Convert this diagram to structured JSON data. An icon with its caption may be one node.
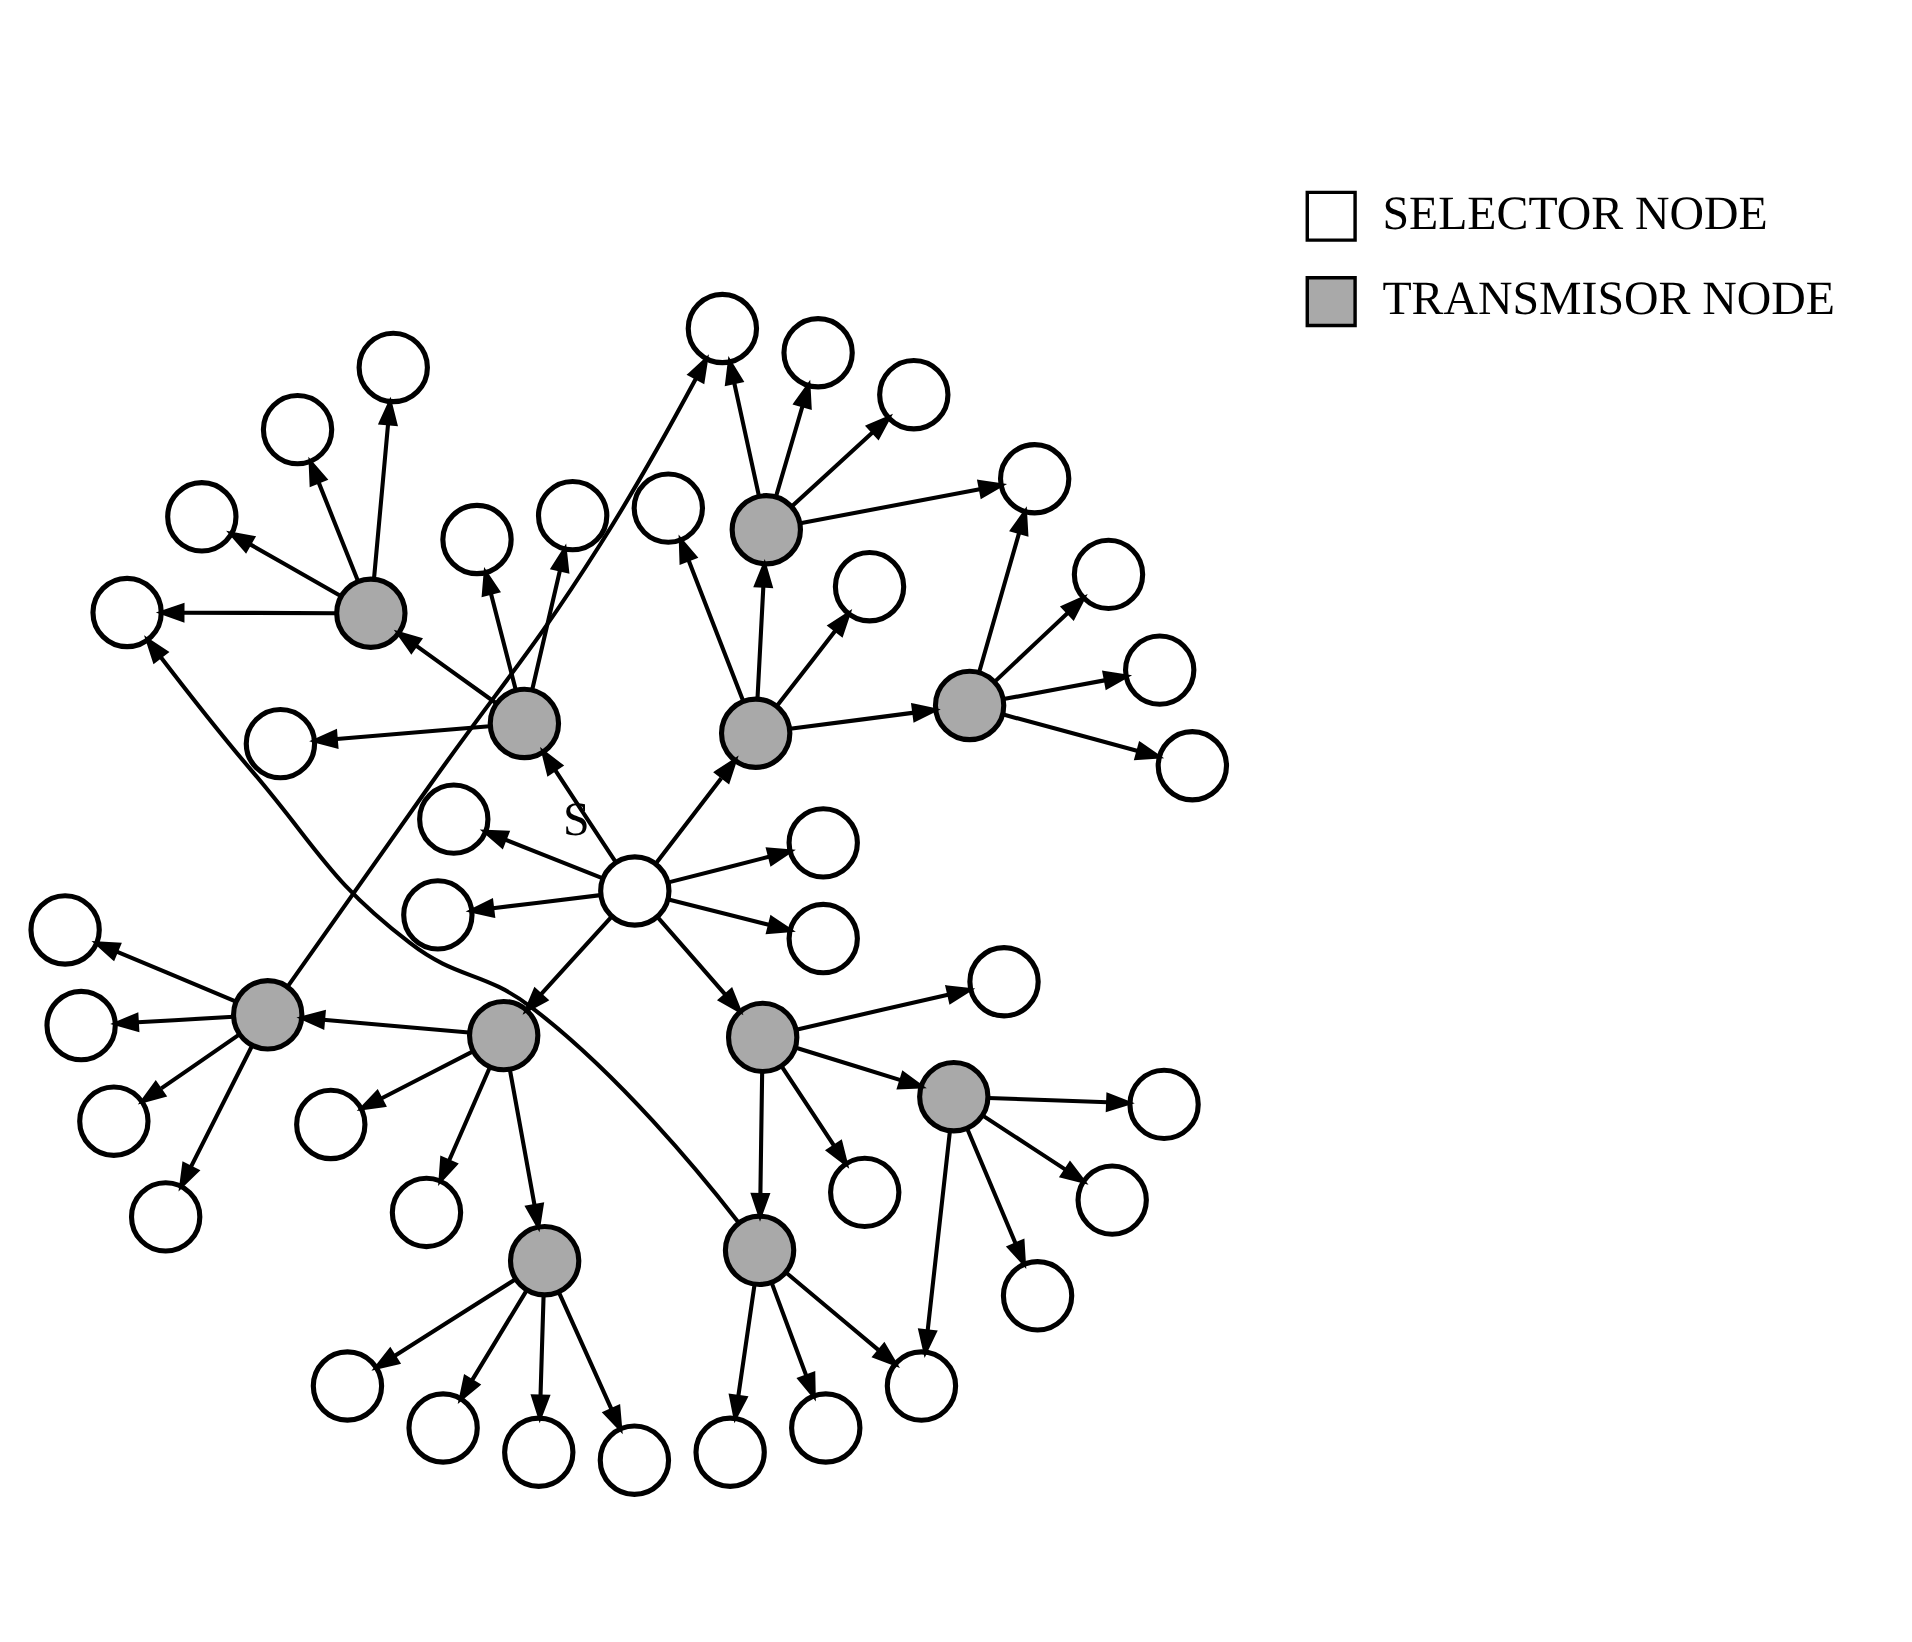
{
  "diagram": {
    "nodes": [
      {
        "text": [],
        "shape": "circle"
      },
      {
        "text": [],
        "shape": "circle"
      },
      {
        "text": [],
        "shape": "circle"
      },
      {
        "text": [],
        "shape": "circle"
      },
      {
        "text": [],
        "shape": "circle"
      },
      {
        "text": [],
        "shape": "circle"
      },
      {
        "text": [],
        "shape": "circle"
      },
      {
        "text": [],
        "shape": "circle"
      },
      {
        "text": [],
        "shape": "circle"
      },
      {
        "text": [],
        "shape": "circle"
      },
      {
        "text": [],
        "shape": "circle"
      },
      {
        "text": [],
        "shape": "circle"
      },
      {
        "text": [],
        "shape": "circle"
      },
      {
        "text": [],
        "shape": "circle"
      },
      {
        "text": [],
        "shape": "circle"
      },
      {
        "text": [],
        "shape": "circle"
      },
      {
        "text": [],
        "shape": "circle"
      },
      {
        "text": [],
        "shape": "circle"
      },
      {
        "text": [],
        "shape": "circle"
      },
      {
        "text": [],
        "shape": "circle"
      },
      {
        "text": [],
        "shape": "circle"
      },
      {
        "text": [],
        "shape": "circle"
      },
      {
        "text": [],
        "shape": "circle"
      },
      {
        "text": [],
        "shape": "circle"
      },
      {
        "text": [],
        "shape": "circle",
        "beside": [
          "S"
        ]
      },
      {
        "text": [],
        "shape": "circle"
      },
      {
        "text": [],
        "shape": "circle"
      },
      {
        "text": [],
        "shape": "circle"
      },
      {
        "text": [],
        "shape": "circle"
      },
      {
        "text": [],
        "shape": "circle"
      },
      {
        "text": [],
        "shape": "circle"
      },
      {
        "text": [],
        "shape": "circle"
      },
      {
        "text": [],
        "shape": "circle"
      },
      {
        "text": [],
        "shape": "circle"
      },
      {
        "text": [],
        "shape": "circle"
      },
      {
        "text": [],
        "shape": "circle"
      },
      {
        "text": [],
        "shape": "circle"
      },
      {
        "text": [],
        "shape": "circle"
      },
      {
        "text": [],
        "shape": "circle"
      },
      {
        "text": [],
        "shape": "circle"
      },
      {
        "text": [],
        "shape": "circle"
      },
      {
        "text": [],
        "shape": "circle"
      },
      {
        "text": [],
        "shape": "circle"
      },
      {
        "text": [],
        "shape": "circle"
      },
      {
        "text": [],
        "shape": "circle"
      },
      {
        "text": [],
        "shape": "circle"
      },
      {
        "text": [],
        "shape": "circle"
      },
      {
        "text": [],
        "shape": "circle"
      },
      {
        "text": [],
        "shape": "circle"
      },
      {
        "text": [],
        "shape": "circle"
      }
    ],
    "edges": [
      {
        "from": 24,
        "to": 16,
        "arrow": "to"
      },
      {
        "from": 24,
        "to": 23,
        "arrow": "to"
      },
      {
        "from": 24,
        "to": 25,
        "arrow": "to"
      },
      {
        "from": 24,
        "to": 33,
        "arrow": "to"
      },
      {
        "from": 24,
        "to": 17,
        "arrow": "to"
      },
      {
        "from": 24,
        "to": 18,
        "arrow": "to"
      },
      {
        "from": 24,
        "to": 30,
        "arrow": "to"
      },
      {
        "from": 24,
        "to": 31,
        "arrow": "to"
      },
      {
        "from": 17,
        "to": 9,
        "arrow": "to"
      },
      {
        "from": 17,
        "to": 19,
        "arrow": "to"
      },
      {
        "from": 17,
        "to": 12,
        "arrow": "to"
      },
      {
        "from": 17,
        "to": 6,
        "arrow": "to"
      },
      {
        "from": 12,
        "to": 3,
        "arrow": "to"
      },
      {
        "from": 12,
        "to": 5,
        "arrow": "to"
      },
      {
        "from": 12,
        "to": 10,
        "arrow": "to"
      },
      {
        "from": 12,
        "to": 14,
        "arrow": "to"
      },
      {
        "from": 6,
        "to": 3,
        "arrow": "to"
      },
      {
        "from": 6,
        "to": 1,
        "arrow": "to"
      },
      {
        "from": 6,
        "to": 0,
        "arrow": "to"
      },
      {
        "from": 6,
        "to": 2,
        "arrow": "to"
      },
      {
        "from": 18,
        "to": 7,
        "arrow": "to"
      },
      {
        "from": 18,
        "to": 11,
        "arrow": "to"
      },
      {
        "from": 18,
        "to": 22,
        "arrow": "to"
      },
      {
        "from": 18,
        "to": 15,
        "arrow": "to"
      },
      {
        "from": 15,
        "to": 4,
        "arrow": "to"
      },
      {
        "from": 15,
        "to": 8,
        "arrow": "to"
      },
      {
        "from": 15,
        "to": 13,
        "arrow": "to"
      },
      {
        "from": 15,
        "to": 20,
        "arrow": "to"
      },
      {
        "from": 30,
        "to": 32,
        "arrow": "to"
      },
      {
        "from": 30,
        "to": 37,
        "arrow": "to"
      },
      {
        "from": 30,
        "to": 26,
        "arrow": "to"
      },
      {
        "from": 30,
        "to": 41,
        "arrow": "to"
      },
      {
        "from": 26,
        "to": 21,
        "arrow": "to"
      },
      {
        "from": 26,
        "to": 28,
        "arrow": "to"
      },
      {
        "from": 26,
        "to": 36,
        "arrow": "to"
      },
      {
        "from": 26,
        "to": 40,
        "arrow": "to"
      },
      {
        "from": 26,
        "to": 14,
        "arrow": "to"
      },
      {
        "from": 41,
        "to": 44,
        "arrow": "to"
      },
      {
        "from": 41,
        "to": 46,
        "arrow": "to"
      },
      {
        "from": 41,
        "to": 47,
        "arrow": "to"
      },
      {
        "from": 41,
        "to": 49,
        "arrow": "to"
      },
      {
        "from": 31,
        "to": 29,
        "arrow": "to"
      },
      {
        "from": 31,
        "to": 35,
        "arrow": "to"
      },
      {
        "from": 31,
        "to": 42,
        "arrow": "to"
      },
      {
        "from": 31,
        "to": 39,
        "arrow": "to"
      },
      {
        "from": 29,
        "to": 20,
        "arrow": "to"
      },
      {
        "from": 29,
        "to": 27,
        "arrow": "to"
      },
      {
        "from": 29,
        "to": 34,
        "arrow": "to"
      },
      {
        "from": 29,
        "to": 38,
        "arrow": "to"
      },
      {
        "from": 39,
        "to": 48,
        "arrow": "to"
      },
      {
        "from": 39,
        "to": 45,
        "arrow": "to"
      },
      {
        "from": 39,
        "to": 43,
        "arrow": "to"
      },
      {
        "from": 39,
        "to": 38,
        "arrow": "to"
      }
    ],
    "legend": [
      {
        "text": "SELECTOR NODE",
        "color": "#ffffff"
      },
      {
        "text": "TRANSMISOR NODE",
        "color": "#a9a9a9"
      }
    ]
  }
}
